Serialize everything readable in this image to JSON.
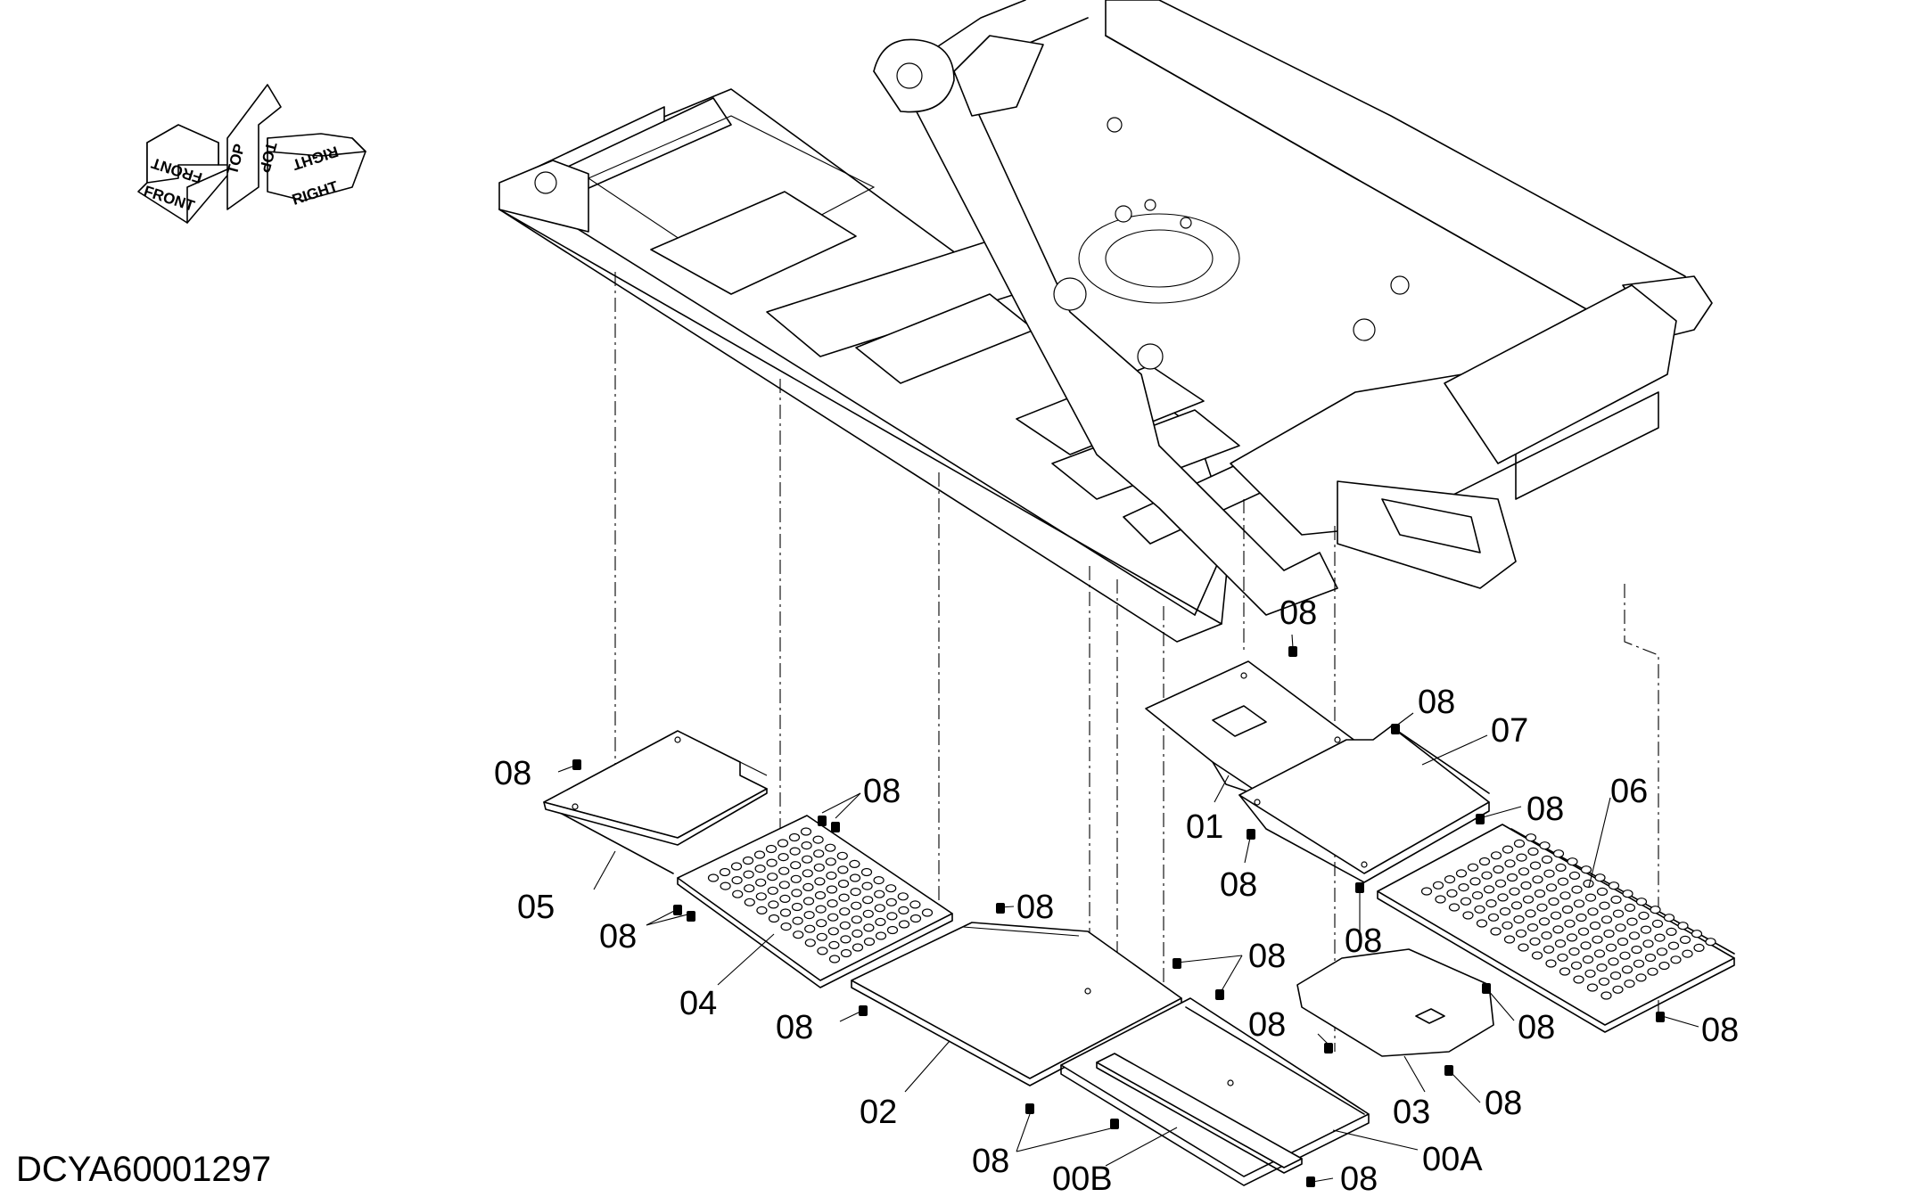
{
  "orientation": {
    "front": "FRONT",
    "top": "TOP",
    "right": "RIGHT"
  },
  "drawing_code": "DCYA60001297",
  "labels": {
    "p00A": "00A",
    "p00B": "00B",
    "p01": "01",
    "p02": "02",
    "p03": "03",
    "p04": "04",
    "p05": "05",
    "p06": "06",
    "p07": "07",
    "bolt": "08"
  }
}
